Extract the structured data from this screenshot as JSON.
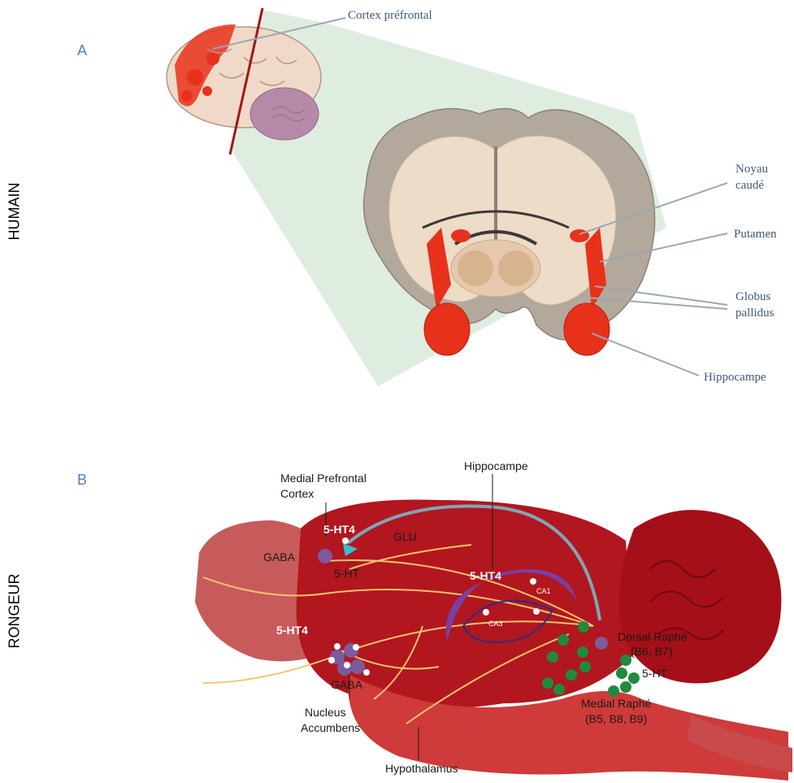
{
  "panels": {
    "a": {
      "letter": "A",
      "side": "HUMAIN"
    },
    "b": {
      "letter": "B",
      "side": "RONGEUR"
    }
  },
  "human_labels": {
    "prefrontal": "Cortex préfrontal",
    "caudate_1": "Noyau",
    "caudate_2": "caudé",
    "putamen": "Putamen",
    "globus_1": "Globus",
    "globus_2": "pallidus",
    "hippocampus": "Hippocampe"
  },
  "rodent_labels": {
    "mpfc_1": "Medial Prefrontal",
    "mpfc_2": "Cortex",
    "hippocampus": "Hippocampe",
    "ht4_top": "5-HT4",
    "ht4_mid": "5-HT4",
    "ht4_left": "5-HT4",
    "glu": "GLU",
    "gaba_top": "GABA",
    "gaba_bottom": "GABA",
    "ht_top": "5-HT",
    "ht_right": "5-HT",
    "ca1": "CA1",
    "ca3": "CA3",
    "dorsal_1": "Dorsal Raphé",
    "dorsal_2": "(B6, B7)",
    "medial_1": "Medial Raphé",
    "medial_2": "(B5, B8, B9)",
    "nacc_1": "Nucleus",
    "nacc_2": "Accumbens",
    "hypothalamus": "Hypothalamus"
  },
  "colors": {
    "label_blue": "#4f81bd",
    "highlight_red": "#e8311a",
    "cortex_grey": "#b3a89c",
    "white_matter": "#ecdcc8",
    "rodent_dark": "#a0111c",
    "rodent_mid": "#c4252a",
    "pathway_blue": "#7fa6b5",
    "fiber_yellow": "#f2c66a",
    "neuron_purple": "#7b5a9e",
    "raphe_green": "#1f8a3e"
  }
}
